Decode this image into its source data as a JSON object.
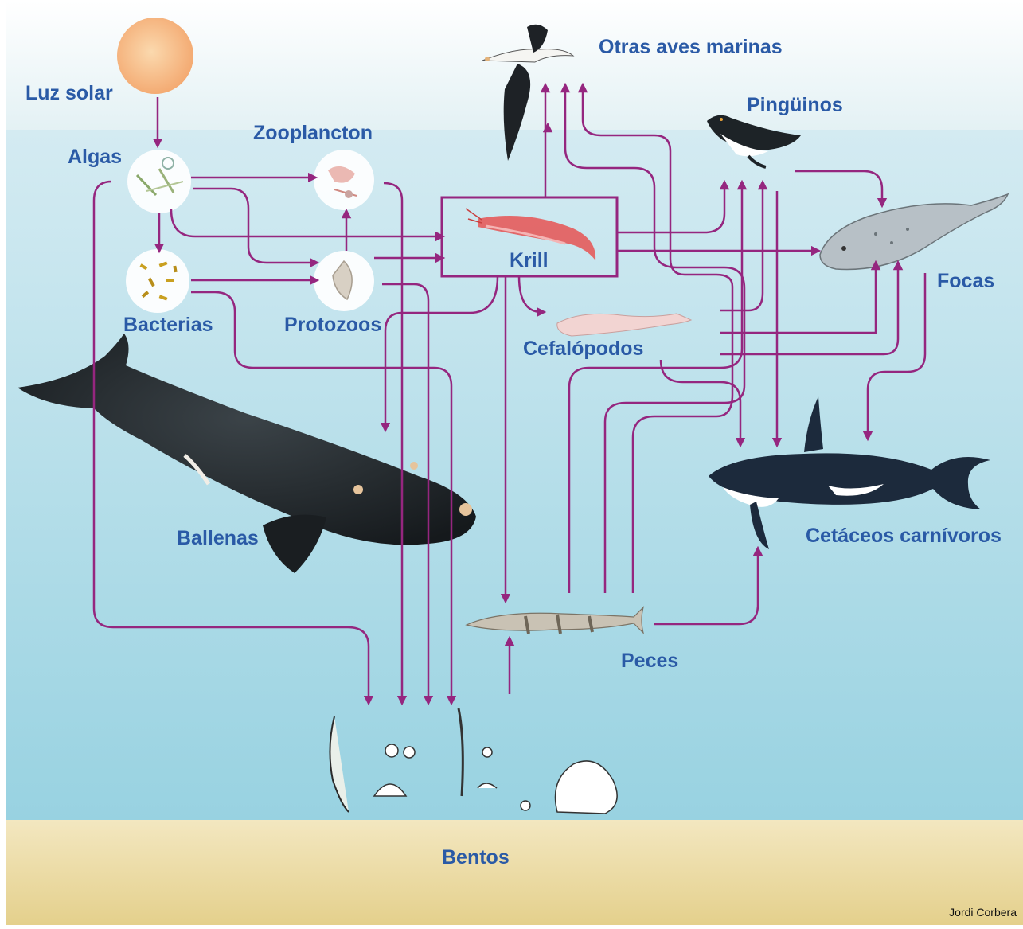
{
  "labels": {
    "luz_solar": "Luz solar",
    "algas": "Algas",
    "zooplancton": "Zooplancton",
    "bacterias": "Bacterias",
    "protozoos": "Protozoos",
    "krill": "Krill",
    "otras_aves": "Otras aves marinas",
    "pinguinos": "Pingüinos",
    "focas": "Focas",
    "cefalopodos": "Cefalópodos",
    "ballenas": "Ballenas",
    "cetaceos": "Cetáceos carnívoros",
    "peces": "Peces",
    "bentos": "Bentos"
  },
  "credit": "Jordi Corbera",
  "colors": {
    "arrow": "#95267f",
    "label": "#2a5aa6",
    "sky": "#e8f3f6",
    "water_top": "#cfe8f0",
    "water_bottom": "#9fd4e2",
    "sand": "#efe1b3",
    "sun": "#f6c08e"
  },
  "icons": [
    "sun-icon",
    "algae-icon",
    "zooplankton-icon",
    "bacteria-icon",
    "protozoa-icon",
    "krill-icon",
    "albatross-icon",
    "penguin-icon",
    "seal-icon",
    "squid-icon",
    "whale-icon",
    "orca-icon",
    "fish-icon",
    "benthos-icon"
  ]
}
